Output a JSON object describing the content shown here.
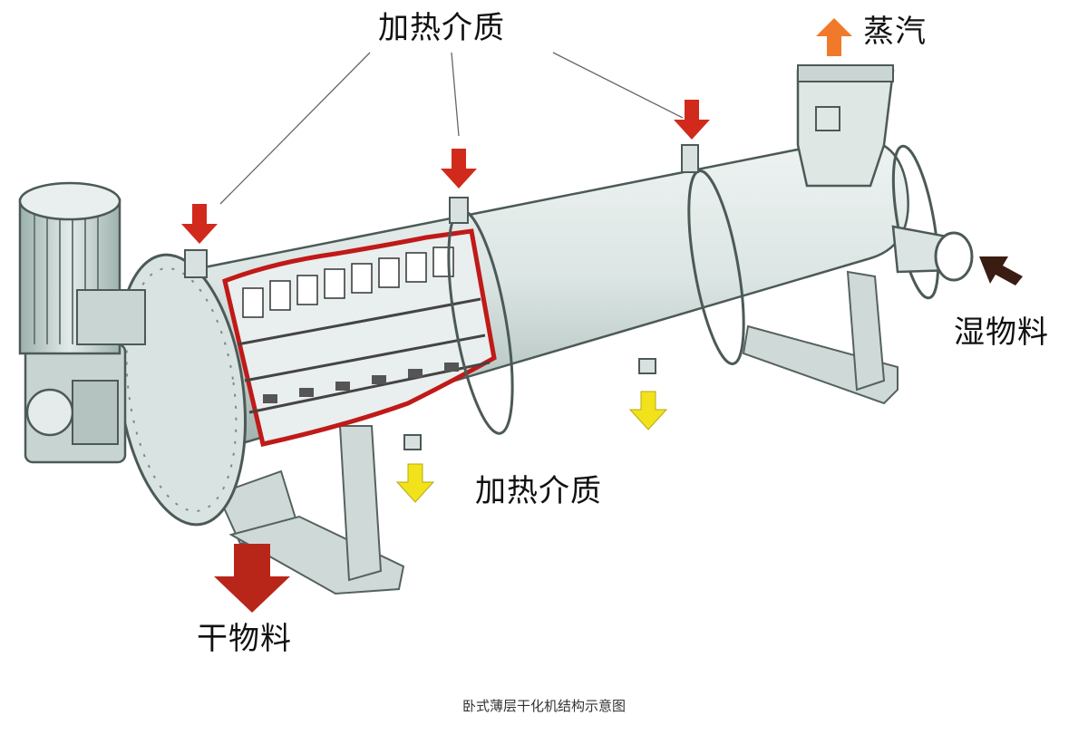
{
  "labels": {
    "heating_top": "加热介质",
    "steam": "蒸汽",
    "wet_material": "湿物料",
    "heating_bottom": "加热介质",
    "dry_material": "干物料"
  },
  "caption": "卧式薄层干化机结构示意图",
  "colors": {
    "red_arrow": "#d12a1c",
    "dark_red_arrow": "#b8261a",
    "yellow_arrow": "#f2e21b",
    "orange_arrow": "#f07a2a",
    "brown_arrow": "#3a1c12",
    "body": "#dde6e4",
    "body_shadow": "#a9b9b6",
    "inner_red": "#c01a18"
  }
}
